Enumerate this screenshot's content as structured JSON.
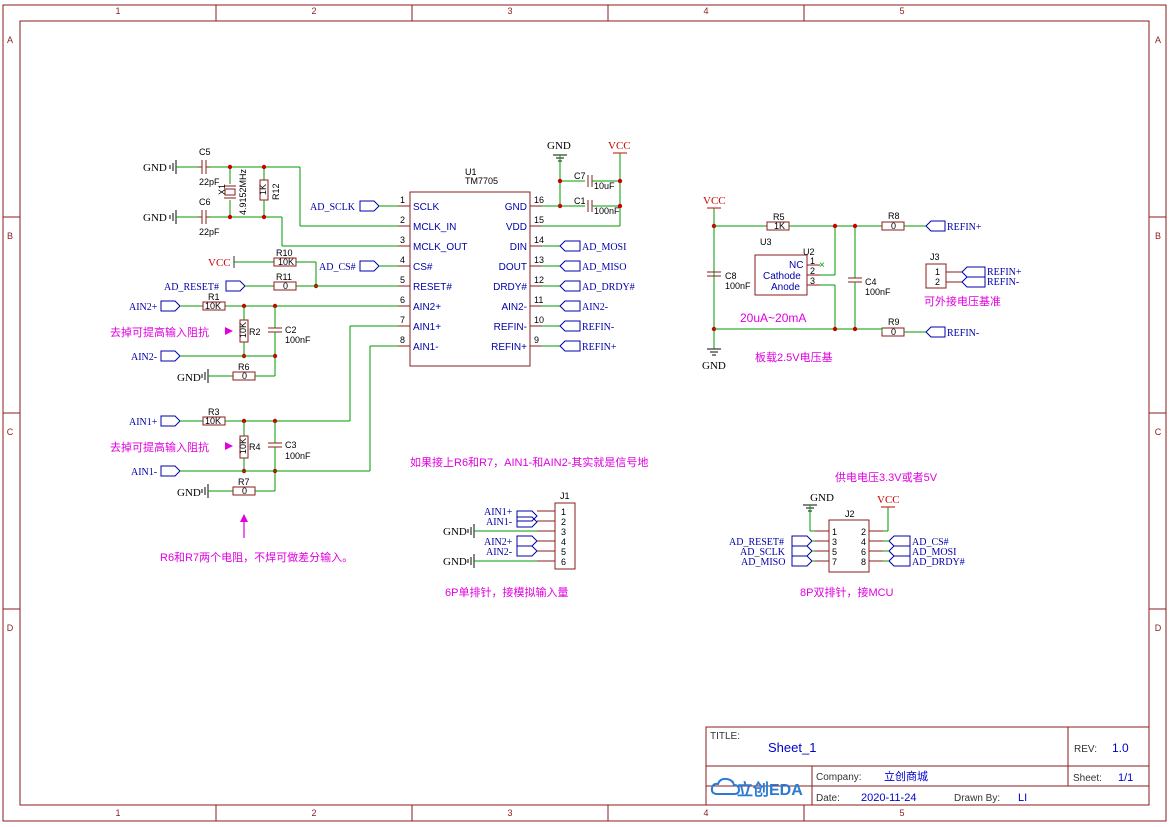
{
  "frame": {
    "columns": [
      "1",
      "2",
      "3",
      "4",
      "5"
    ],
    "rows": [
      "A",
      "B",
      "C",
      "D"
    ]
  },
  "title_block": {
    "title_label": "TITLE:",
    "title": "Sheet_1",
    "rev_label": "REV:",
    "rev": "1.0",
    "company_label": "Company:",
    "company": "立创商城",
    "sheet_label": "Sheet:",
    "sheet": "1/1",
    "date_label": "Date:",
    "date": "2020-11-24",
    "drawn_label": "Drawn By:",
    "drawn": "LI",
    "logo": "立创EDA"
  },
  "u1": {
    "ref": "U1",
    "part": "TM7705",
    "left_pins": [
      {
        "num": "1",
        "name": "SCLK"
      },
      {
        "num": "2",
        "name": "MCLK_IN"
      },
      {
        "num": "3",
        "name": "MCLK_OUT"
      },
      {
        "num": "4",
        "name": "CS#"
      },
      {
        "num": "5",
        "name": "RESET#"
      },
      {
        "num": "6",
        "name": "AIN2+"
      },
      {
        "num": "7",
        "name": "AIN1+"
      },
      {
        "num": "8",
        "name": "AIN1-"
      }
    ],
    "right_pins": [
      {
        "num": "16",
        "name": "GND"
      },
      {
        "num": "15",
        "name": "VDD"
      },
      {
        "num": "14",
        "name": "DIN"
      },
      {
        "num": "13",
        "name": "DOUT"
      },
      {
        "num": "12",
        "name": "DRDY#"
      },
      {
        "num": "11",
        "name": "AIN2-"
      },
      {
        "num": "10",
        "name": "REFIN-"
      },
      {
        "num": "9",
        "name": "REFIN+"
      }
    ]
  },
  "power": {
    "gnd": "GND",
    "vcc": "VCC"
  },
  "components": {
    "c5": {
      "ref": "C5",
      "val": "22pF"
    },
    "c6": {
      "ref": "C6",
      "val": "22pF"
    },
    "x1": {
      "ref": "X1",
      "val": "4.9152MHz"
    },
    "r12": {
      "ref": "R12",
      "val": "1K"
    },
    "r10": {
      "ref": "R10",
      "val": "10K"
    },
    "r11": {
      "ref": "R11",
      "val": "0"
    },
    "r1": {
      "ref": "R1",
      "val": "10K"
    },
    "r2": {
      "ref": "R2",
      "val": "10K"
    },
    "c2": {
      "ref": "C2",
      "val": "100nF"
    },
    "r6": {
      "ref": "R6",
      "val": "0"
    },
    "r3": {
      "ref": "R3",
      "val": "10K"
    },
    "r4": {
      "ref": "R4",
      "val": "10K"
    },
    "c3": {
      "ref": "C3",
      "val": "100nF"
    },
    "r7": {
      "ref": "R7",
      "val": "0"
    },
    "c7": {
      "ref": "C7",
      "val": "10uF"
    },
    "c1": {
      "ref": "C1",
      "val": "100nF"
    },
    "r5": {
      "ref": "R5",
      "val": "1K"
    },
    "r8": {
      "ref": "R8",
      "val": "0"
    },
    "r9": {
      "ref": "R9",
      "val": "0"
    },
    "c8": {
      "ref": "C8",
      "val": "100nF"
    },
    "c4": {
      "ref": "C4",
      "val": "100nF"
    },
    "u3": {
      "ref": "U3"
    },
    "u2": {
      "ref": "U2",
      "pins": [
        "NC",
        "Cathode",
        "Anode"
      ],
      "nums": [
        "1",
        "2",
        "3"
      ]
    },
    "j3": {
      "ref": "J3",
      "nums": [
        "1",
        "2"
      ]
    },
    "j1": {
      "ref": "J1",
      "nums": [
        "1",
        "2",
        "3",
        "4",
        "5",
        "6"
      ]
    },
    "j2": {
      "ref": "J2",
      "left": [
        "1",
        "3",
        "5",
        "7"
      ],
      "right": [
        "2",
        "4",
        "6",
        "8"
      ]
    }
  },
  "nets": {
    "ad_sclk": "AD_SCLK",
    "ad_cs": "AD_CS#",
    "ad_reset": "AD_RESET#",
    "ain2p": "AIN2+",
    "ain2m": "AIN2-",
    "ain1p": "AIN1+",
    "ain1m": "AIN1-",
    "ad_mosi": "AD_MOSI",
    "ad_miso": "AD_MISO",
    "ad_drdy": "AD_DRDY#",
    "refinm": "REFIN-",
    "refinp": "REFIN+"
  },
  "notes": {
    "remove1": "去掉可提高输入阻抗",
    "remove2": "去掉可提高输入阻抗",
    "diff": "R6和R7两个电阻，不焊可做差分输入。",
    "signal_gnd": "如果接上R6和R7，AIN1-和AIN2-其实就是信号地",
    "j1_note": "6P单排针，接模拟输入量",
    "j2_note": "8P双排针，接MCU",
    "supply": "供电电压3.3V或者5V",
    "current": "20uA~20mA",
    "onboard": "板载2.5V电压基",
    "external": "可外接电压基准"
  }
}
